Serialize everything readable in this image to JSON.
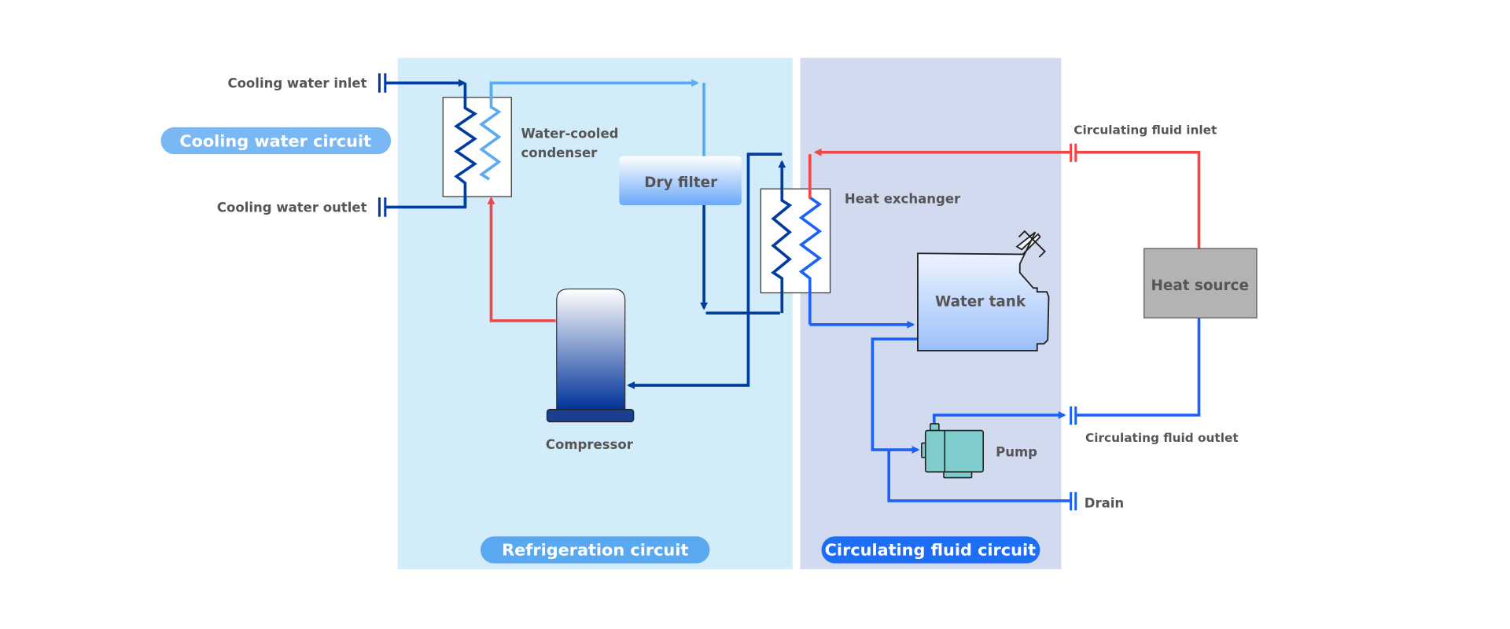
{
  "circuits": {
    "cooling_water": "Cooling water circuit",
    "refrigeration": "Refrigeration circuit",
    "circulating_fluid": "Circulating fluid circuit"
  },
  "labels": {
    "cooling_water_inlet": "Cooling water inlet",
    "cooling_water_outlet": "Cooling water outlet",
    "condenser_line1": "Water-cooled",
    "condenser_line2": "condenser",
    "dry_filter": "Dry filter",
    "compressor": "Compressor",
    "heat_exchanger": "Heat exchanger",
    "water_tank": "Water tank",
    "pump": "Pump",
    "heat_source": "Heat source",
    "circulating_fluid_inlet": "Circulating fluid inlet",
    "circulating_fluid_outlet": "Circulating fluid outlet",
    "drain": "Drain"
  },
  "colors": {
    "refrigeration_panel": "#d2ecf9",
    "circulating_panel": "#d1daee",
    "cooling_water_line": "#003d9e",
    "refrigerant_line": "#5aabf2",
    "hot_line": "#f04848",
    "fluid_line": "#1e62f5"
  }
}
